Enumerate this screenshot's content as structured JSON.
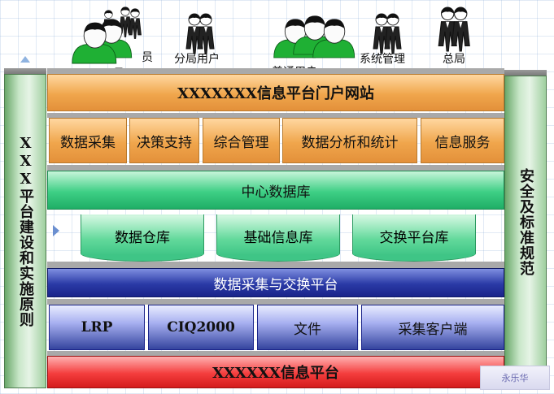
{
  "users": [
    {
      "key": "member-a",
      "label": "会员"
    },
    {
      "key": "member-b",
      "label": "员"
    },
    {
      "key": "member-c",
      "label": "员"
    },
    {
      "key": "branch",
      "label": "分局用户"
    },
    {
      "key": "normal",
      "label": "普通用户"
    },
    {
      "key": "sysadmin",
      "label": "系统管理"
    },
    {
      "key": "hq",
      "label": "总局"
    }
  ],
  "left_column": {
    "text": "XXX平台建设和实施原则"
  },
  "right_column": {
    "text": "安全及标准规范"
  },
  "portal": {
    "label": "XXXXXXX信息平台门户网站"
  },
  "apps": [
    {
      "label": "数据采集"
    },
    {
      "label": "决策支持"
    },
    {
      "label": "综合管理"
    },
    {
      "label": "数据分析和统计"
    },
    {
      "label": "信息服务"
    }
  ],
  "central_db": {
    "label": "中心数据库"
  },
  "databases": [
    {
      "label": "数据仓库"
    },
    {
      "label": "基础信息库"
    },
    {
      "label": "交换平台库"
    }
  ],
  "exchange": {
    "label": "数据采集与交换平台"
  },
  "sources": [
    {
      "label": "LRP"
    },
    {
      "label": "CIQ2000"
    },
    {
      "label": "文件"
    },
    {
      "label": "采集客户端"
    }
  ],
  "base_platform": {
    "label": "XXXXXX信息平台"
  },
  "watermark": {
    "text": "永乐华"
  },
  "colors": {
    "orange": "#f0a64c",
    "green": "#3ecf85",
    "blue": "#2a3aa6",
    "red": "#f43d3d",
    "side": "#c9e7c9"
  }
}
